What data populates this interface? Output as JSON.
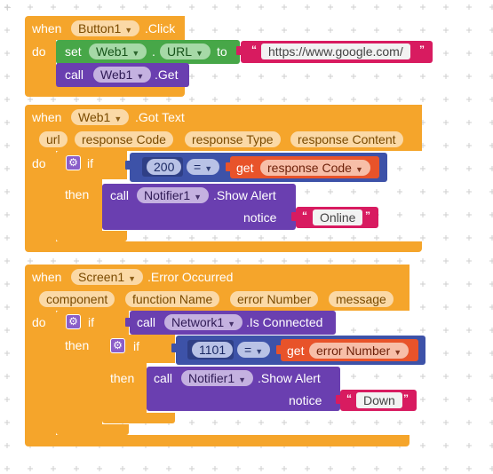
{
  "workspace": {
    "block1": {
      "when_kw": "when",
      "component": "Button1",
      "event": ".Click",
      "do_kw": "do",
      "set_kw": "set",
      "set_component": "Web1",
      "dot": ".",
      "property": "URL",
      "to_kw": "to",
      "url_value": "https://www.google.com/",
      "call_kw": "call",
      "call_component": "Web1",
      "method": ".Get"
    },
    "block2": {
      "when_kw": "when",
      "component": "Web1",
      "event": ".Got Text",
      "params": [
        "url",
        "response Code",
        "response Type",
        "response Content"
      ],
      "do_kw": "do",
      "if_kw": "if",
      "then_kw": "then",
      "number": "200",
      "operator": "=",
      "get_kw": "get",
      "get_var": "response Code",
      "call_kw": "call",
      "call_component": "Notifier1",
      "method": ".Show Alert",
      "notice_kw": "notice",
      "text_value": "Online"
    },
    "block3": {
      "when_kw": "when",
      "component": "Screen1",
      "event": ".Error Occurred",
      "params": [
        "component",
        "function Name",
        "error Number",
        "message"
      ],
      "do_kw": "do",
      "if_kw": "if",
      "then_kw": "then",
      "call_kw": "call",
      "cond_component": "Network1",
      "cond_method": ".Is Connected",
      "number": "1101",
      "operator": "=",
      "get_kw": "get",
      "get_var": "error Number",
      "alert_component": "Notifier1",
      "alert_method": ".Show Alert",
      "notice_kw": "notice",
      "text_value": "Down"
    }
  },
  "colors": {
    "event": "#f5a52b",
    "setter": "#47a748",
    "method": "#6a3fb0",
    "text": "#d81b60",
    "math": "#3d52a8",
    "variable": "#e8532a"
  },
  "icons": [
    "gear-icon",
    "dropdown-arrow-icon",
    "quote-icon"
  ]
}
